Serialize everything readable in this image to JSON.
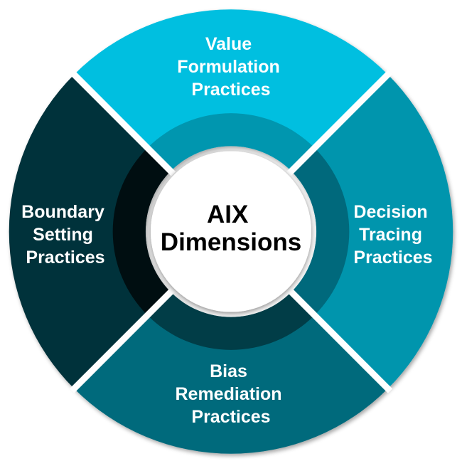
{
  "center": {
    "line1": "AIX",
    "line2": "Dimensions"
  },
  "segments": {
    "top": {
      "line1": "Value",
      "line2": "Formulation",
      "line3": "Practices",
      "outer_color": "#00BFE0",
      "inner_color": "#0096AF"
    },
    "right": {
      "line1": "Decision",
      "line2": "Tracing",
      "line3": "Practices",
      "outer_color": "#0095AD",
      "inner_color": "#00697C"
    },
    "bottom": {
      "line1": "Bias",
      "line2": "Remediation",
      "line3": "Practices",
      "outer_color": "#006A7B",
      "inner_color": "#013D47"
    },
    "left": {
      "line1": "Boundary",
      "line2": "Setting",
      "line3": "Practices",
      "outer_color": "#01323B",
      "inner_color": "#000E11"
    }
  },
  "colors": {
    "center_fill": "#ffffff",
    "gap": "#ffffff"
  }
}
